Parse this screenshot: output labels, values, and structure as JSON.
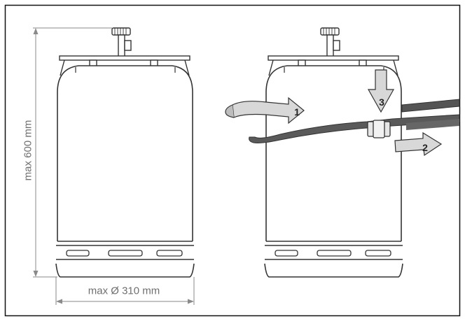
{
  "dimensions": {
    "height_label": "max 600 mm",
    "width_label": "max Ø 310 mm"
  },
  "steps": [
    {
      "number": "1"
    },
    {
      "number": "2"
    },
    {
      "number": "3"
    }
  ],
  "colors": {
    "frame": "#111111",
    "outline": "#333333",
    "dimension_line": "#8a8a8a",
    "arrow_fill": "#d8d8d8",
    "strap": "#555555"
  }
}
